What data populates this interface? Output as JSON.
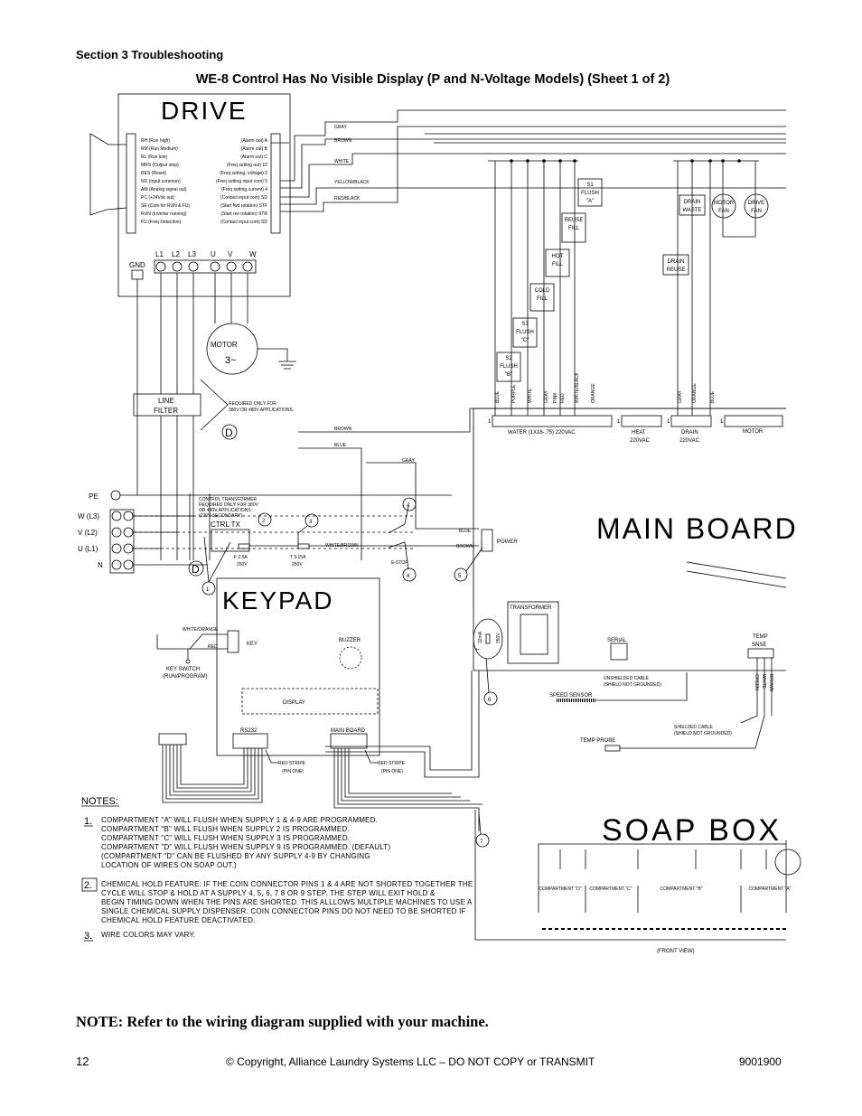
{
  "header": {
    "section": "Section 3 Troubleshooting",
    "title": "WE-8 Control Has No Visible Display (P and N-Voltage Models) (Sheet 1 of 2)"
  },
  "drive": {
    "title": "DRIVE",
    "left_terminals": [
      "RH (Run high)",
      "RM (Run Medium)",
      "RL (Run low)",
      "MRS (Output stop)",
      "RES (Reset)",
      "ND (Input common)",
      "AM (Analog signal out)",
      "PC (+24Vdc out)",
      "SE (Com for RUN & FU)",
      "RUN (Inverter running)",
      "FU (Freq Detection)"
    ],
    "right_terminals": [
      "(Alarm out) A",
      "(Alarm out) B",
      "(Alarm out) C",
      "(Freq setting out) 10",
      "(Freq setting, voltage) 2",
      "(Freq setting input com) 5",
      "(Freq setting,current) 4",
      "(Contact input com) SD",
      "(Start fwd rotation) STF",
      "(Start rev rotation) STR",
      "(Contact input com) SD"
    ],
    "power_terminals": [
      "L1",
      "L2",
      "L3",
      "U",
      "V",
      "W"
    ],
    "gnd": "GND"
  },
  "wires_top": [
    "GRAY",
    "BROWN",
    "WHITE",
    "YELLOW/BLACK",
    "RED/BLACK"
  ],
  "motor": {
    "label": "MOTOR",
    "phase": "3~"
  },
  "line_filter": {
    "label1": "LINE",
    "label2": "FILTER"
  },
  "filter_note": [
    "REQUIRED ONLY FOR",
    "380V OR 480V APPLICATIONS."
  ],
  "d_marker": "D",
  "mid_wires": [
    "BROWN",
    "BLUE",
    "GRAY"
  ],
  "supply": [
    "PE",
    "W (L3)",
    "V (L2)",
    "U (L1)",
    "N"
  ],
  "ctrl_tx": {
    "note": [
      "CONTROL TRANSFORMER",
      "REQUIRED ONLY FOR 380V",
      "OR 480V APPLICATIONS",
      "(220V SECONDARY)"
    ],
    "label": "CTRL TX",
    "fuse1": [
      "F 2.5A",
      "250V"
    ],
    "fuse2": [
      "T 3.15A",
      "250V"
    ],
    "wire": "WHITE/BROWN",
    "estop": "E-STOP",
    "power": "POWER",
    "blue": "BLUE",
    "brown": "BROWN"
  },
  "callouts": [
    "1",
    "2",
    "3",
    "4",
    "4",
    "5",
    "6",
    "7"
  ],
  "valves": [
    {
      "l1": "S1",
      "l2": "FLUSH",
      "l3": "\"A\""
    },
    {
      "l1": "REUSE",
      "l2": "FILL",
      "l3": ""
    },
    {
      "l1": "HOT",
      "l2": "FILL",
      "l3": ""
    },
    {
      "l1": "COLD",
      "l2": "FILL",
      "l3": ""
    },
    {
      "l1": "S3",
      "l2": "FLUSH",
      "l3": "\"C\""
    },
    {
      "l1": "S2",
      "l2": "FLUSH",
      "l3": "\"B\""
    }
  ],
  "drain_boxes": [
    {
      "l1": "DRAIN",
      "l2": "WASTE"
    },
    {
      "l1": "MOTOR",
      "l2": "FAN"
    },
    {
      "l1": "DRIVE",
      "l2": "FAN"
    },
    {
      "l1": "DRAIN",
      "l2": "REUSE"
    }
  ],
  "vert_wires": [
    "BLUE",
    "PURPLE",
    "WHITE",
    "GRAY",
    "PINK",
    "RED",
    "WHITE/BLACK",
    "ORANGE",
    "GRAY",
    "ORANGE",
    "BLUE"
  ],
  "connectors": {
    "water": "WATER (1X18-.75) 220VAC",
    "heat": "HEAT",
    "heat_v": "220VAC",
    "drain": "DRAIN",
    "drain_v": "220VAC",
    "motor": "MOTOR",
    "pin1": "1"
  },
  "main_board": {
    "title": "MAIN BOARD",
    "transformer": "TRANSFORMER",
    "serial": "SERIAL",
    "temp": [
      "TEMP",
      "SNSE"
    ],
    "fuse": [
      "T",
      "32mA",
      "250V"
    ],
    "speed_sensor": "SPEED SENSOR",
    "temp_probe": "TEMP PROBE",
    "unshielded": [
      "UNSHIELDED CABLE",
      "(SHIELD NOT GROUNDED)"
    ],
    "shielded": [
      "SHIELDED CABLE",
      "(SHIELD NOT GROUNDED)"
    ],
    "temp_wires": [
      "GREEN",
      "WHITE",
      "BROWN"
    ]
  },
  "keypad": {
    "title": "KEYPAD",
    "key": "KEY",
    "buzzer": "BUZZER",
    "display": "DISPLAY",
    "rs232": "RS232",
    "main_board": "MAIN BOARD",
    "key_switch": [
      "KEY SWITCH",
      "(RUN/PROGRAM)"
    ],
    "white_orange": "WHITE/ORANGE",
    "red": "RED",
    "red_stripe1": [
      "RED STRIPE",
      "(PIN ONE)"
    ],
    "red_stripe2": [
      "RED STRIPE",
      "(PIN ONE)"
    ]
  },
  "notes": {
    "title": "NOTES:",
    "n1_num": "1.",
    "n1": [
      "COMPARTMENT \"A\" WILL FLUSH WHEN SUPPLY 1 & 4-9 ARE PROGRAMMED.",
      "COMPARTMENT \"B\" WILL FLUSH WHEN SUPPLY 2 IS PROGRAMMED.",
      "COMPARTMENT \"C\" WILL FLUSH WHEN SUPPLY 3 IS PROGRAMMED.",
      "COMPARTMENT \"D\" WILL FLUSH WHEN SUPPLY 9 IS PROGRAMMED. (DEFAULT)",
      "(COMPARTMENT \"D\" CAN BE FLUSHED BY ANY SUPPLY 4-9 BY CHANGING",
      "LOCATION OF WIRES ON SOAP OUT.)"
    ],
    "n2_num": "2.",
    "n2": [
      "CHEMICAL HOLD FEATURE: IF THE COIN CONNECTOR PINS 1 & 4 ARE NOT SHORTED TOGETHER THE",
      "CYCLE WILL STOP & HOLD AT A SUPPLY 4, 5, 6, 7 8 OR 9 STEP. THE STEP WILL EXIT HOLD &",
      "BEGIN TIMING DOWN WHEN THE PINS ARE SHORTED. THIS ALLLOWS MULTIPLE MACHINES TO USE A",
      "SINGLE CHEMICAL SUPPLY DISPENSER. COIN CONNECTOR PINS DO NOT NEED TO BE SHORTED IF",
      "CHEMICAL HOLD FEATURE DEACTIVATED."
    ],
    "n3_num": "3.",
    "n3": "WIRE COLORS MAY VARY."
  },
  "soap_box": {
    "title": "SOAP BOX",
    "compartments": [
      "COMPARTMENT \"D\"",
      "COMPARTMENT \"C\"",
      "COMPARTMENT \"B\"",
      "COMPARTMENT \"A\""
    ],
    "front_view": "(FRONT VIEW)"
  },
  "footer": {
    "note": "NOTE: Refer to the wiring diagram supplied with your machine.",
    "page": "12",
    "copyright": "© Copyright, Alliance Laundry Systems LLC – DO NOT COPY or TRANSMIT",
    "docnum": "9001900"
  }
}
